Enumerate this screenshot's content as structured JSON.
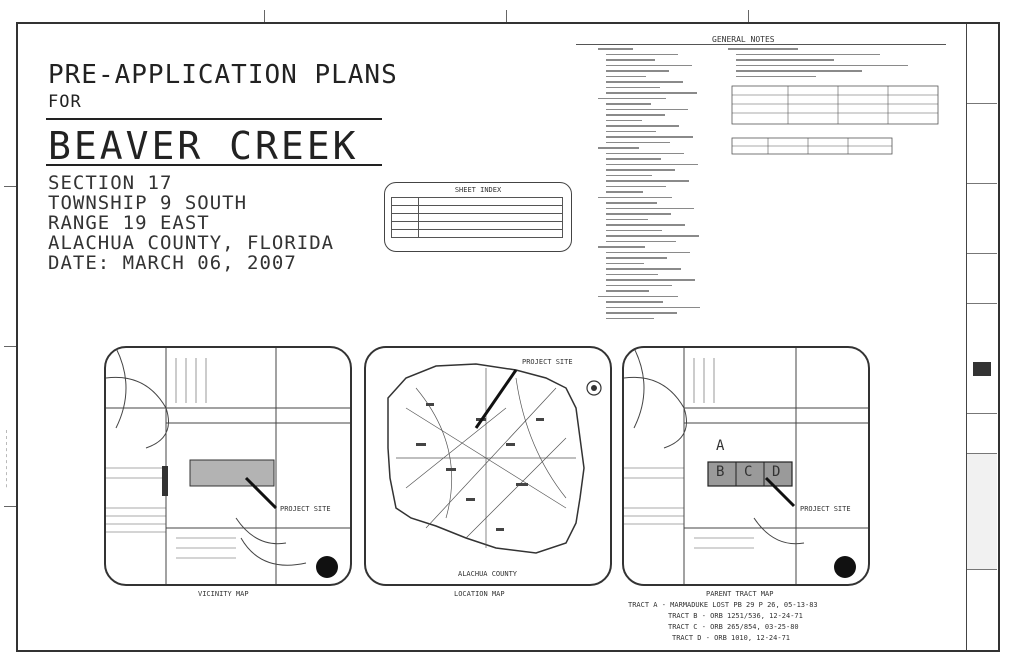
{
  "title": {
    "line1": "PRE-APPLICATION PLANS",
    "line2": "FOR",
    "project": "BEAVER CREEK",
    "section": "SECTION 17",
    "township": "TOWNSHIP 9 SOUTH",
    "range": "RANGE 19 EAST",
    "county": "ALACHUA COUNTY, FLORIDA",
    "date": "DATE: MARCH 06, 2007"
  },
  "sheet_index": {
    "title": "SHEET INDEX"
  },
  "general_notes": {
    "title": "GENERAL NOTES"
  },
  "maps": {
    "vicinity": {
      "caption": "VICINITY MAP",
      "project_site_label": "PROJECT SITE",
      "north_icon": "north-arrow-icon"
    },
    "location": {
      "caption": "LOCATION MAP",
      "project_site_label": "PROJECT SITE",
      "county_label": "ALACHUA COUNTY",
      "compass_icon": "compass-icon"
    },
    "parent_tract": {
      "caption": "PARENT TRACT MAP",
      "tracts": [
        "A",
        "B",
        "C",
        "D"
      ],
      "project_site_label": "PROJECT SITE",
      "north_icon": "north-arrow-icon",
      "legend": [
        "TRACT A - MARMADUKE LOST PB 29 P 26, 05-13-83",
        "TRACT B - ORB 1251/536, 12-24-71",
        "TRACT C - ORB 265/854, 03-25-80",
        "TRACT D - ORB 1010, 12-24-71"
      ]
    }
  },
  "colors": {
    "ink": "#222222",
    "paper": "#ffffff",
    "tract_fill": "#9a9a9a"
  }
}
